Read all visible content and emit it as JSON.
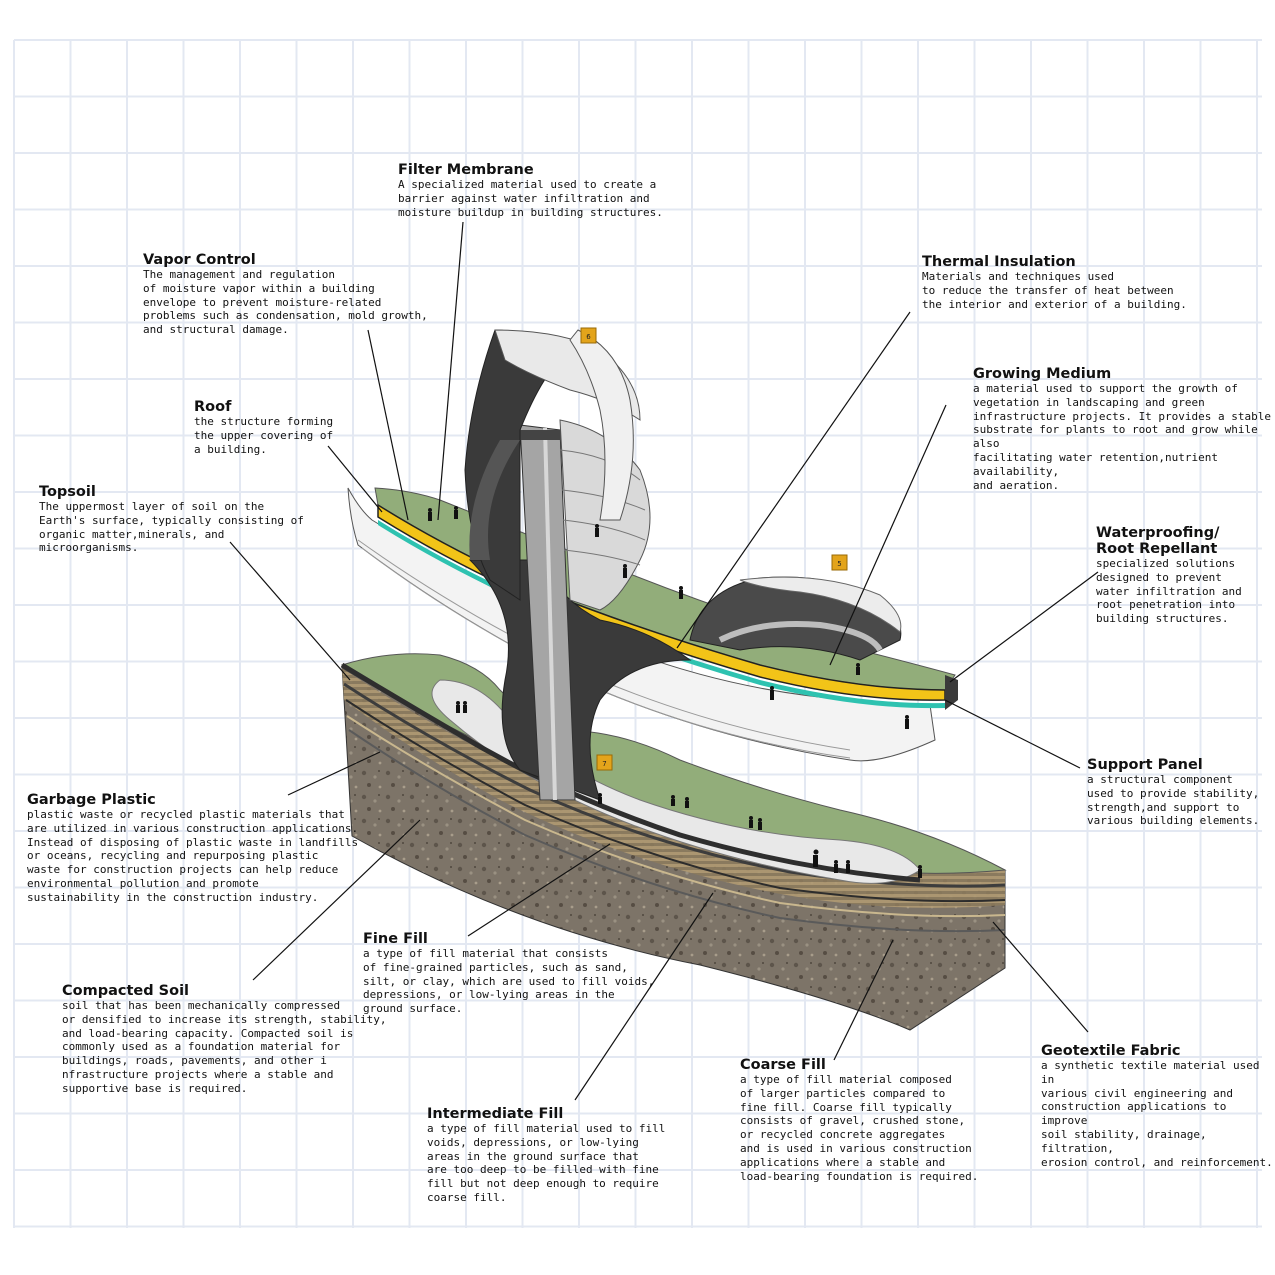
{
  "labels": {
    "filter_membrane": {
      "title": "Filter Membrane",
      "desc": "A specialized material used to create a\nbarrier against water infiltration and\nmoisture buildup in building structures."
    },
    "vapor_control": {
      "title": "Vapor Control",
      "desc": "The management and regulation\nof moisture vapor within a building\nenvelope to prevent moisture-related\nproblems such as condensation, mold growth,\nand structural damage."
    },
    "roof": {
      "title": "Roof",
      "desc": "the structure forming\nthe upper covering of\na building."
    },
    "topsoil": {
      "title": "Topsoil",
      "desc": "The uppermost layer of soil on the\nEarth's surface, typically consisting of\norganic matter,minerals, and\nmicroorganisms."
    },
    "thermal_insulation": {
      "title": "Thermal Insulation",
      "desc": "Materials and techniques used\nto reduce the transfer of heat between\nthe interior and exterior of a building."
    },
    "growing_medium": {
      "title": "Growing Medium",
      "desc": "a material used to support the growth of\nvegetation in landscaping and green\ninfrastructure projects. It provides a stable\nsubstrate for plants to root and grow while also\nfacilitating water retention,nutrient availability,\nand aeration."
    },
    "waterproofing": {
      "title": "Waterproofing/\nRoot Repellant",
      "desc": "specialized solutions\ndesigned to prevent\nwater infiltration and\nroot penetration into\nbuilding structures."
    },
    "support_panel": {
      "title": "Support Panel",
      "desc": "a structural component\nused to provide stability,\nstrength,and support to\nvarious building elements."
    },
    "garbage_plastic": {
      "title": "Garbage Plastic",
      "desc": "plastic waste or recycled plastic materials that\nare utilized in various construction applications.\nInstead of disposing of plastic waste in landfills\nor oceans, recycling and repurposing plastic\nwaste for construction projects can help reduce\nenvironmental pollution and promote\nsustainability in the construction industry."
    },
    "fine_fill": {
      "title": "Fine Fill",
      "desc": " a type of fill material that consists\nof fine-grained particles, such as sand,\nsilt, or clay, which are used to fill voids,\ndepressions, or low-lying areas in the\nground surface."
    },
    "compacted_soil": {
      "title": "Compacted Soil",
      "desc": "soil that has been mechanically compressed\nor densified to increase its strength, stability,\nand load-bearing capacity. Compacted soil is\ncommonly used as a foundation material for\nbuildings, roads, pavements, and other i\nnfrastructure projects where a stable and\nsupportive base is required."
    },
    "coarse_fill": {
      "title": "Coarse Fill",
      "desc": "a type of fill material composed\nof larger particles compared to\nfine fill. Coarse fill typically\nconsists of gravel, crushed stone,\nor recycled concrete aggregates\nand is used in various construction\napplications where a stable and\nload-bearing foundation is required."
    },
    "geotextile_fabric": {
      "title": "Geotextile Fabric",
      "desc": "a synthetic textile material used in\nvarious civil engineering and\nconstruction applications to improve\nsoil stability, drainage, filtration,\nerosion control, and reinforcement."
    },
    "intermediate_fill": {
      "title": "Intermediate Fill",
      "desc": "a type of fill material used to fill\nvoids, depressions, or low-lying\nareas in the ground surface that\nare too deep to be filled with fine\nfill but not deep enough to require\ncoarse fill."
    }
  },
  "markers": {
    "m6": "6",
    "m5": "5",
    "m7": "7"
  },
  "colors": {
    "grid": "#e3e8f2",
    "grass": "#92ad7a",
    "yellow": "#f2c418",
    "teal": "#2ec2b0",
    "dark": "#3a3a3a",
    "marker": "#e3a41b"
  }
}
